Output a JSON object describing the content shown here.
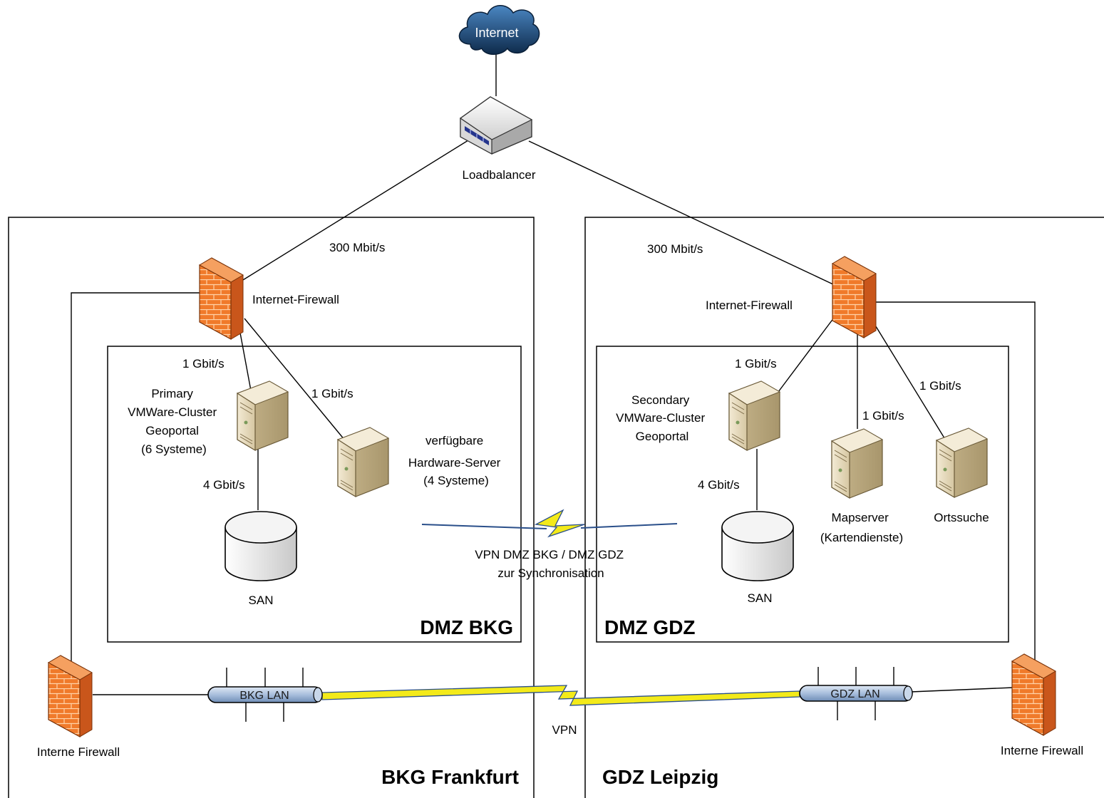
{
  "internet": {
    "label": "Internet"
  },
  "loadbalancer": {
    "label": "Loadbalancer"
  },
  "left": {
    "zone_label": "BKG Frankfurt",
    "dmz_label": "DMZ BKG",
    "uplink_speed": "300 Mbit/s",
    "firewall_label": "Internet-Firewall",
    "cluster_speed": "1 Gbit/s",
    "cluster_label_lines": [
      "Primary",
      "VMWare-Cluster",
      "Geoportal",
      "(6 Systeme)"
    ],
    "hw_speed": "1 Gbit/s",
    "hw_label_lines": [
      "verfügbare",
      "Hardware-Server",
      "(4 Systeme)"
    ],
    "san_speed": "4 Gbit/s",
    "san_label": "SAN",
    "lan_label": "BKG LAN",
    "internal_firewall_label": "Interne Firewall"
  },
  "right": {
    "zone_label": "GDZ Leipzig",
    "dmz_label": "DMZ GDZ",
    "uplink_speed": "300 Mbit/s",
    "firewall_label": "Internet-Firewall",
    "cluster_speed": "1 Gbit/s",
    "cluster_label_lines": [
      "Secondary",
      "VMWare-Cluster",
      "Geoportal"
    ],
    "mapserver_speed": "1 Gbit/s",
    "mapserver_label_lines": [
      "Mapserver",
      "(Kartendienste)"
    ],
    "ortssuche_speed": "1 Gbit/s",
    "ortssuche_label": "Ortssuche",
    "san_speed": "4 Gbit/s",
    "san_label": "SAN",
    "lan_label": "GDZ LAN",
    "internal_firewall_label": "Interne Firewall"
  },
  "vpn_dmz": {
    "label_lines": [
      "VPN DMZ BKG / DMZ GDZ",
      "zur Synchronisation"
    ]
  },
  "vpn_lan": {
    "label": "VPN"
  },
  "colors": {
    "firewall_orange": "#f07a2a",
    "server_beige": "#e8dcc0",
    "cloud_blue": "#1f3f66",
    "lan_blue": "#b9cce4",
    "vpn_yellow": "#f3ea1a",
    "vpn_blue": "#2a4f8a"
  }
}
